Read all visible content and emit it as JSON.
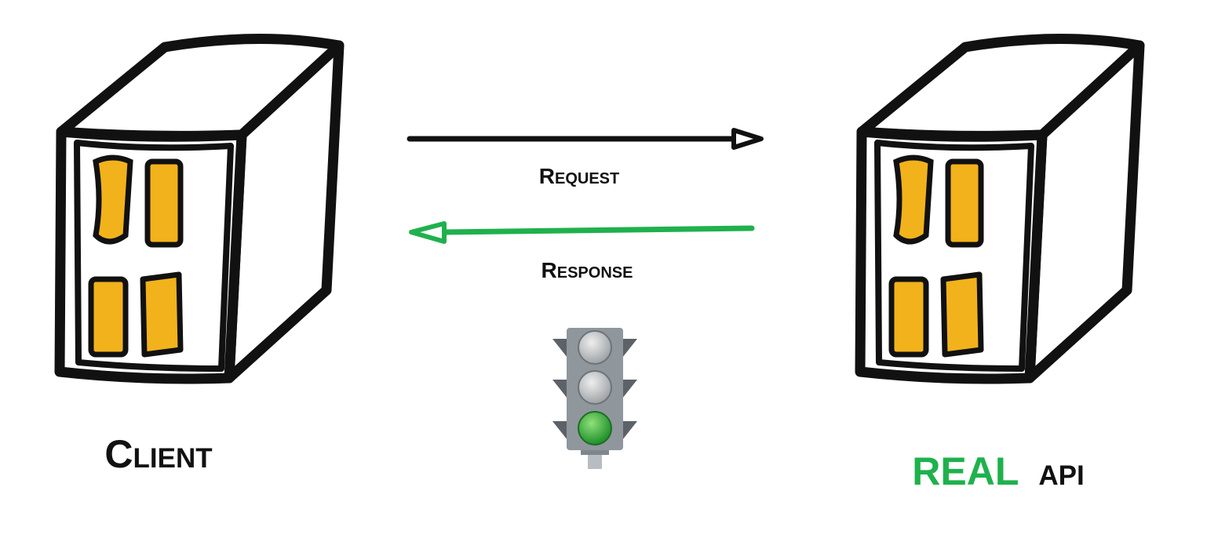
{
  "nodes": {
    "client": {
      "label": "Client"
    },
    "server": {
      "label_accent": "REAL",
      "label_rest": "api"
    }
  },
  "edges": {
    "request": {
      "label": "Request"
    },
    "response": {
      "label": "Response"
    }
  },
  "traffic_light": {
    "active_lamp": "bottom"
  },
  "colors": {
    "ink": "#111111",
    "window": "#f2b21b",
    "success": "#1fb14d",
    "light_body": "#8f979d",
    "lamp_off": "#c7c9cb",
    "lamp_green": "#3cb83c"
  },
  "icons": {
    "client": "server-tower-icon",
    "server": "server-tower-icon",
    "status": "traffic-light-icon"
  }
}
